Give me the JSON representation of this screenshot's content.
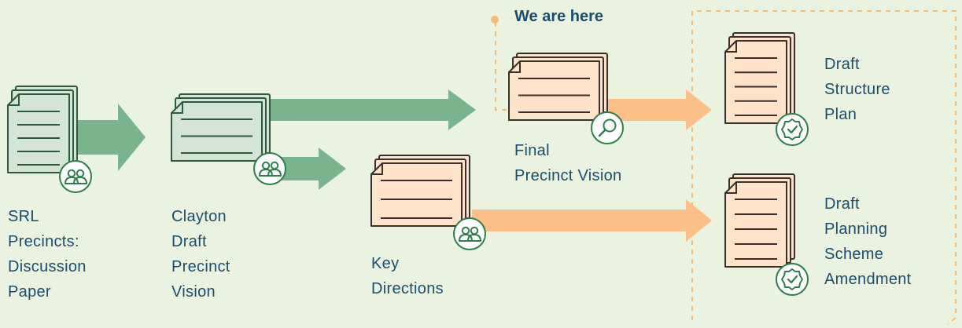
{
  "colors": {
    "background": "#e9f3df",
    "green_fill": "#d5e5d5",
    "green_stroke": "#2c5a3e",
    "green_arrow": "#79b48c",
    "orange_fill": "#fde3c9",
    "orange_stroke": "#3a2f2a",
    "orange_arrow": "#fbbf87",
    "dashed_line": "#f6b97d",
    "badge_green": "#2f7d4a",
    "text": "#1a4d6d"
  },
  "marker": {
    "text": "We are here"
  },
  "documents": [
    {
      "id": "srl-precincts",
      "label": "SRL\nPrecincts:\nDiscussion\nPaper",
      "theme": "green",
      "badge": "people-icon"
    },
    {
      "id": "clayton-draft",
      "label": "Clayton\nDraft\nPrecinct\nVision",
      "theme": "green",
      "badge": "people-icon"
    },
    {
      "id": "key-directions",
      "label": "Key\nDirections",
      "theme": "orange",
      "badge": "people-icon"
    },
    {
      "id": "final-vision",
      "label": "Final\nPrecinct Vision",
      "theme": "orange",
      "badge": "magnifier-icon"
    },
    {
      "id": "structure-plan",
      "label": "Draft\nStructure\nPlan",
      "theme": "orange",
      "badge": "check-badge-icon"
    },
    {
      "id": "planning-amendment",
      "label": "Draft\nPlanning\nScheme\nAmendment",
      "theme": "orange",
      "badge": "check-badge-icon"
    }
  ]
}
